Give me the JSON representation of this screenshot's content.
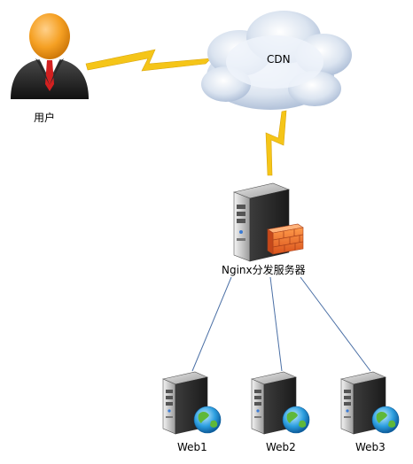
{
  "nodes": {
    "user": {
      "label": "用户",
      "icon": "user-icon"
    },
    "cdn": {
      "label": "CDN",
      "icon": "cloud-icon"
    },
    "nginx": {
      "label": "Nginx分发服务器",
      "icon": "server-firewall-icon"
    },
    "web1": {
      "label": "Web1",
      "icon": "web-server-icon"
    },
    "web2": {
      "label": "Web2",
      "icon": "web-server-icon"
    },
    "web3": {
      "label": "Web3",
      "icon": "web-server-icon"
    }
  },
  "edges": [
    {
      "from": "user",
      "to": "cdn",
      "style": "lightning"
    },
    {
      "from": "cdn",
      "to": "nginx",
      "style": "lightning"
    },
    {
      "from": "nginx",
      "to": "web1",
      "style": "line"
    },
    {
      "from": "nginx",
      "to": "web2",
      "style": "line"
    },
    {
      "from": "nginx",
      "to": "web3",
      "style": "line"
    }
  ],
  "colors": {
    "lightning": "#f5c518",
    "line": "#4a6fa5",
    "cloud": "#b9c9e0",
    "server": "#6b6b6b"
  }
}
